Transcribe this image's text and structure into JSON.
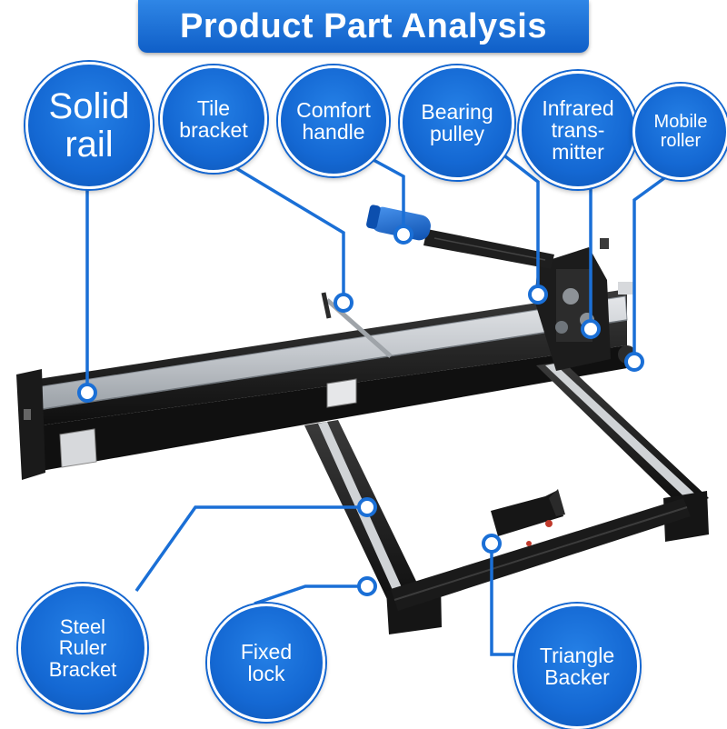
{
  "title": "Product Part Analysis",
  "labels": {
    "solid_rail": "Solid\nrail",
    "tile_bracket": "Tile\nbracket",
    "comfort_handle": "Comfort\nhandle",
    "bearing_pulley": "Bearing\npulley",
    "infrared_transmitter": "Infrared\ntrans-\nmitter",
    "mobile_roller": "Mobile\nroller",
    "steel_ruler_bracket": "Steel\nRuler\nBracket",
    "fixed_lock": "Fixed\nlock",
    "triangle_backer": "Triangle\nBacker"
  },
  "colors": {
    "accent": "#1468d3",
    "callout_line": "#1a6fd6",
    "frame": "#1b1b1b",
    "rail": "#c9ccd0",
    "handle_grip": "#1f6fd6"
  }
}
